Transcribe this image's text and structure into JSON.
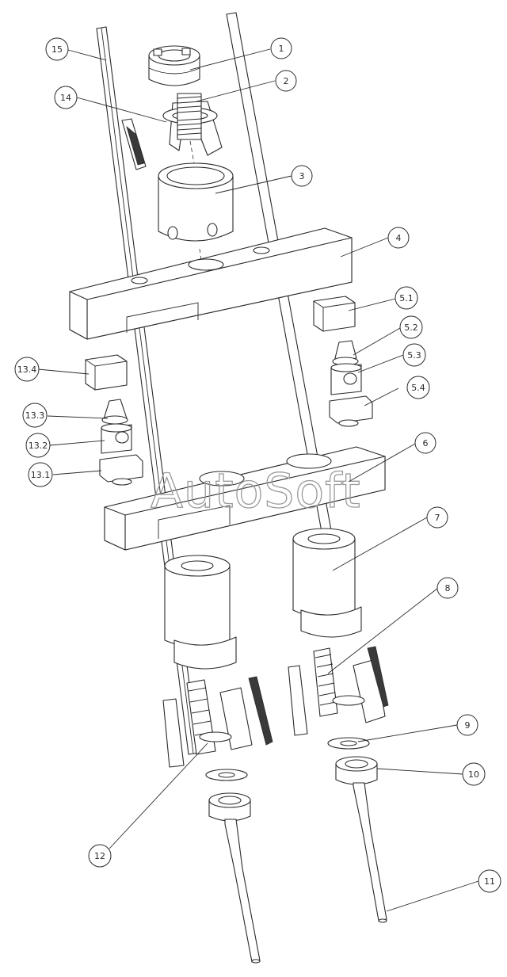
{
  "watermark": "AutoSoft",
  "callouts": [
    "1",
    "2",
    "3",
    "4",
    "5.1",
    "5.2",
    "5.3",
    "5.4",
    "6",
    "7",
    "8",
    "9",
    "10",
    "11",
    "12",
    "13.1",
    "13.2",
    "13.3",
    "13.4",
    "14",
    "15"
  ]
}
